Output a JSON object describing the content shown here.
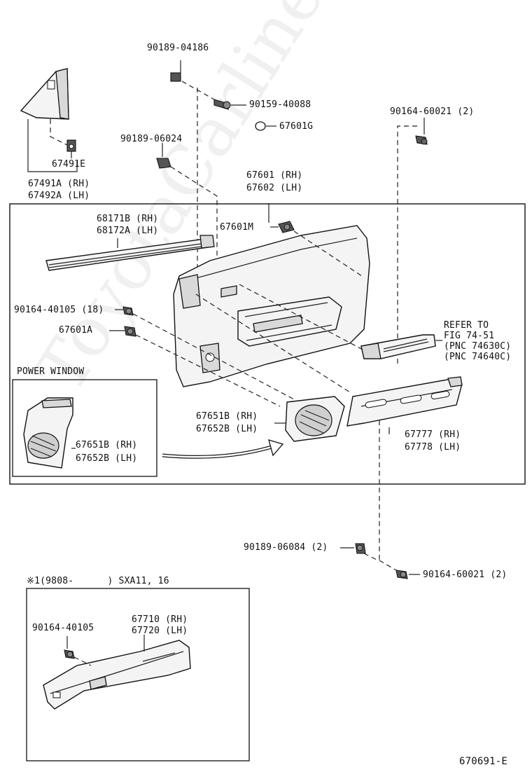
{
  "diagram_id": "670691-E",
  "watermark": "ToyotaCarline.ru",
  "labels": {
    "p_90189_04186": "90189-04186",
    "p_90159_40088": "90159-40088",
    "p_67601G": "67601G",
    "p_90164_60021_top": "90164-60021 (2)",
    "p_90189_06024": "90189-06024",
    "p_67491E": "67491E",
    "p_67491A": "67491A (RH)",
    "p_67492A": "67492A (LH)",
    "p_67601": "67601 (RH)",
    "p_67602": "67602 (LH)",
    "p_68171B": "68171B (RH)",
    "p_68172A": "68172A (LH)",
    "p_67601M": "67601M",
    "p_90164_40105_18": "90164-40105 (18)",
    "p_67601A": "67601A",
    "refer1": "REFER TO",
    "refer2": "FIG 74-51",
    "refer3": "(PNC 74630C)",
    "refer4": "(PNC 74640C)",
    "power_window": "POWER WINDOW",
    "p_67651B_in": "67651B (RH)",
    "p_67652B_in": "67652B (LH)",
    "p_67651B": "67651B (RH)",
    "p_67652B": "67652B (LH)",
    "p_67777": "67777 (RH)",
    "p_67778": "67778 (LH)",
    "p_90189_06084": "90189-06084 (2)",
    "p_90164_60021_bot": "90164-60021 (2)",
    "note_title": "※1(9808-      ) SXA11, 16",
    "p_90164_40105": "90164-40105",
    "p_67710": "67710 (RH)",
    "p_67720": "67720 (LH)"
  }
}
